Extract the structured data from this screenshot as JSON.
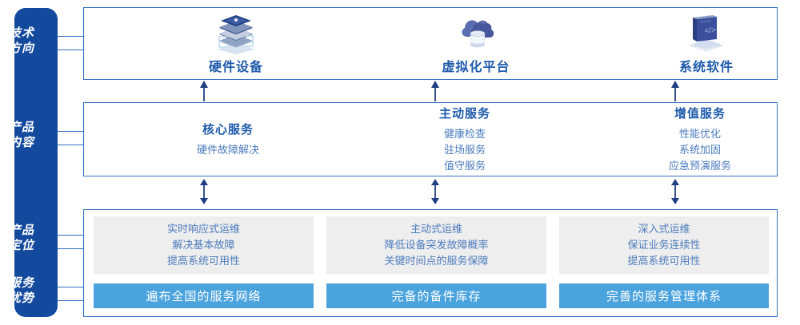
{
  "sidebar": {
    "color": "#134a9e",
    "items": [
      {
        "name": "tech-direction",
        "line1": "技术",
        "line2": "方向"
      },
      {
        "name": "product-content",
        "line1": "产品",
        "line2": "内容"
      },
      {
        "name": "product-positioning",
        "line1": "产品",
        "line2": "定位"
      },
      {
        "name": "service-advantage",
        "line1": "服务",
        "line2": "优势"
      }
    ]
  },
  "tech_row": {
    "columns": [
      {
        "icon": "server-stack-icon",
        "label": "硬件设备"
      },
      {
        "icon": "cloud-database-icon",
        "label": "虚拟化平台"
      },
      {
        "icon": "laptop-code-icon",
        "label": "系统软件"
      }
    ]
  },
  "product_content": {
    "columns": [
      {
        "title": "核心服务",
        "items": [
          "硬件故障解决"
        ]
      },
      {
        "title": "主动服务",
        "items": [
          "健康检查",
          "驻场服务",
          "值守服务"
        ]
      },
      {
        "title": "增值服务",
        "items": [
          "性能优化",
          "系统加固",
          "应急预演服务"
        ]
      }
    ]
  },
  "positioning": {
    "columns": [
      {
        "lines": [
          "实时响应式运维",
          "解决基本故障",
          "提高系统可用性"
        ]
      },
      {
        "lines": [
          "主动式运维",
          "降低设备突发故障概率",
          "关键时间点的服务保障"
        ]
      },
      {
        "lines": [
          "深入式运维",
          "保证业务连续性",
          "提高系统可用性"
        ]
      }
    ]
  },
  "advantages": {
    "bars": [
      {
        "label": "遍布全国的服务网络"
      },
      {
        "label": "完备的备件库存"
      },
      {
        "label": "完善的服务管理体系"
      }
    ]
  },
  "colors": {
    "sidebar_blue": "#134a9e",
    "border_blue": "#2e6fc0",
    "title_blue": "#1f5bab",
    "body_blue": "#4b7bbd",
    "bar_blue": "#4ba3dd",
    "grey_box": "#eeeeee",
    "arrow_navy": "#1f3f82"
  }
}
